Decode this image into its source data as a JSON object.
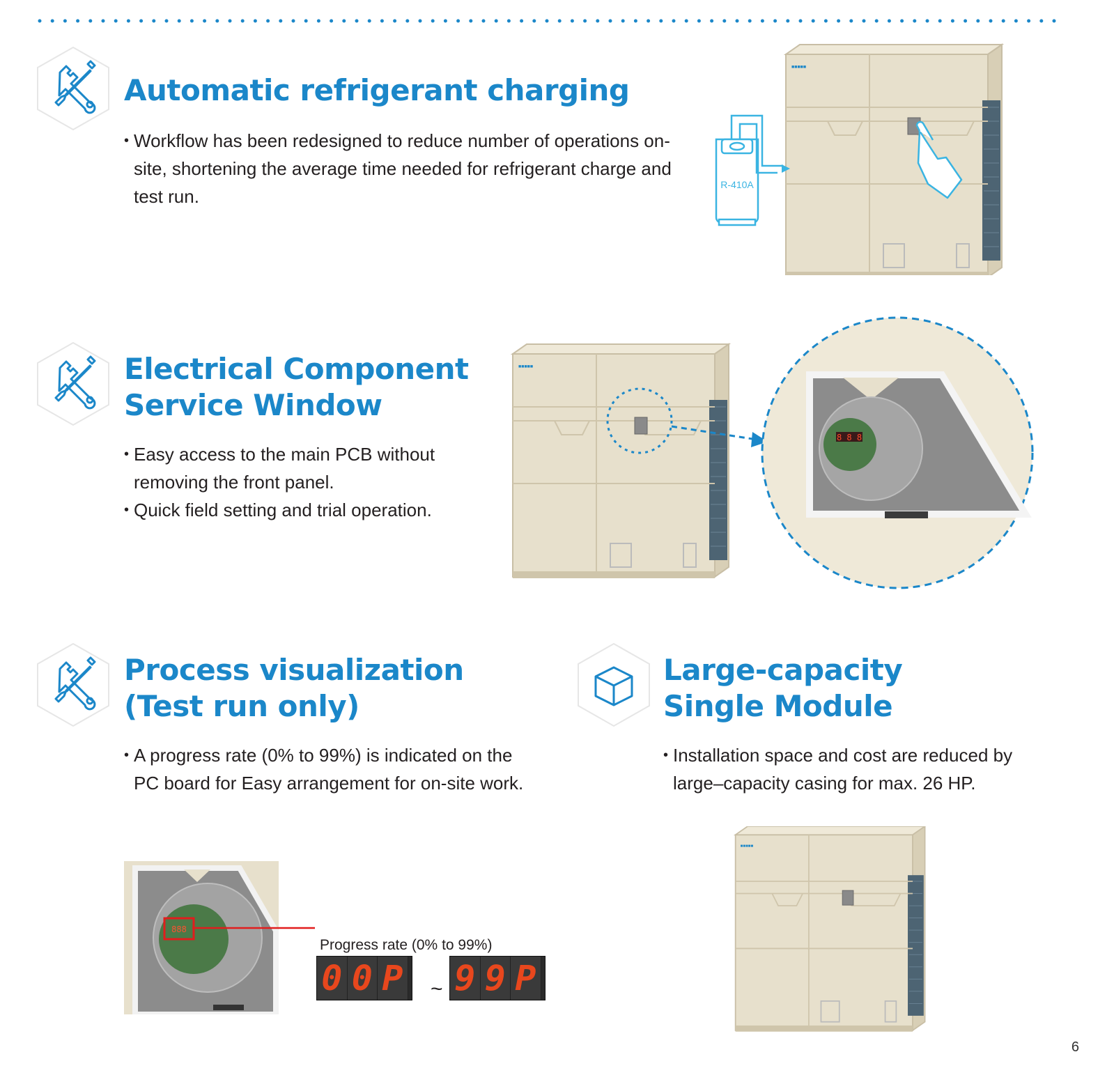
{
  "colors": {
    "accent": "#1b87c9",
    "text": "#231f20",
    "unit_body": "#e7e0cc",
    "coil": "#4d6473",
    "panel_grey": "#8a8a8a",
    "segment_red": "#e8471d"
  },
  "sections": [
    {
      "icon": "wrench-screwdriver-icon",
      "title_lines": [
        "Automatic refrigerant charging"
      ],
      "bullets": [
        "Workflow has been redesigned to reduce number of operations on-site, shortening the average time needed for refrigerant charge and test run."
      ],
      "illustration": {
        "cylinder_label": "R-410A"
      }
    },
    {
      "icon": "wrench-screwdriver-icon",
      "title_lines": [
        "Electrical Component",
        "Service Window"
      ],
      "bullets": [
        "Easy access to the main PCB without removing the front panel.",
        "Quick field setting and trial operation."
      ]
    },
    {
      "icon": "wrench-screwdriver-icon",
      "title_lines": [
        "Process visualization",
        "(Test run only)"
      ],
      "bullets": [
        "A progress rate (0% to 99%) is indicated on the PC board for Easy arrangement for on-site work."
      ],
      "callout": "Progress rate (0% to 99%)",
      "display_from": [
        "0",
        "0",
        "P"
      ],
      "display_to": [
        "9",
        "9",
        "P"
      ],
      "range_separator": "~"
    },
    {
      "icon": "cube-icon",
      "title_lines": [
        "Large-capacity",
        "Single Module"
      ],
      "bullets": [
        "Installation space and cost are reduced by large–capacity casing for max. 26 HP."
      ]
    }
  ],
  "page_number": "6"
}
